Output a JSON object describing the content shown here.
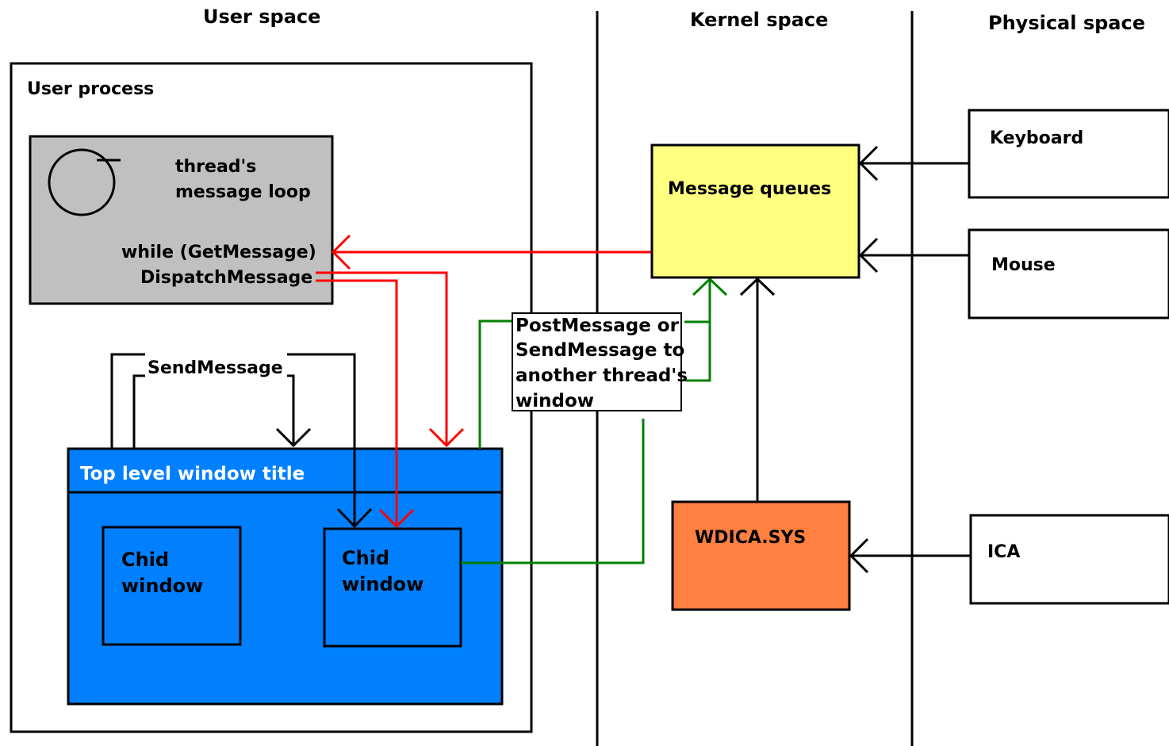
{
  "headings": {
    "user_space": "User  space",
    "kernel_space": "Kernel space",
    "physical_space": "Physical space"
  },
  "user_process": {
    "label": "User process",
    "message_loop": {
      "line1": "thread's",
      "line2": "message loop",
      "get_message": "while (GetMessage)",
      "dispatch_message": "DispatchMessage"
    },
    "send_message_label": "SendMessage",
    "top_level_window": {
      "title": "Top level window title",
      "child1_line1": "Chid",
      "child1_line2": "window",
      "child2_line1": "Chid",
      "child2_line2": "window"
    }
  },
  "kernel": {
    "message_queues": "Message queues",
    "wdica": "WDICA.SYS",
    "post_message_note": {
      "line1": "PostMessage or",
      "line2": "SendMessage to",
      "line3": "another thread's",
      "line4": "window"
    }
  },
  "physical": {
    "keyboard": "Keyboard",
    "mouse": "Mouse",
    "ica": "ICA"
  },
  "colors": {
    "loop_box": "#c0c0c0",
    "queue_box": "#ffff80",
    "wdica_box": "#ff8040",
    "window_blue": "#0080ff",
    "red_arrow": "#ff0000",
    "green_line": "#008000"
  }
}
